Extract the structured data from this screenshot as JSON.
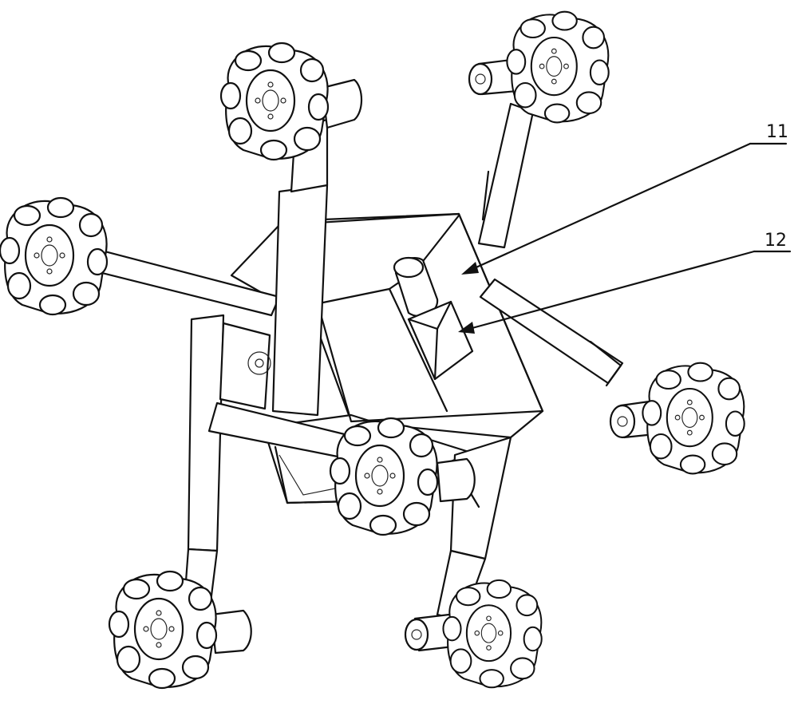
{
  "callouts": [
    {
      "id": "11",
      "text": "11"
    },
    {
      "id": "12",
      "text": "12"
    }
  ],
  "colors": {
    "line": "#111111",
    "background": "#ffffff"
  }
}
